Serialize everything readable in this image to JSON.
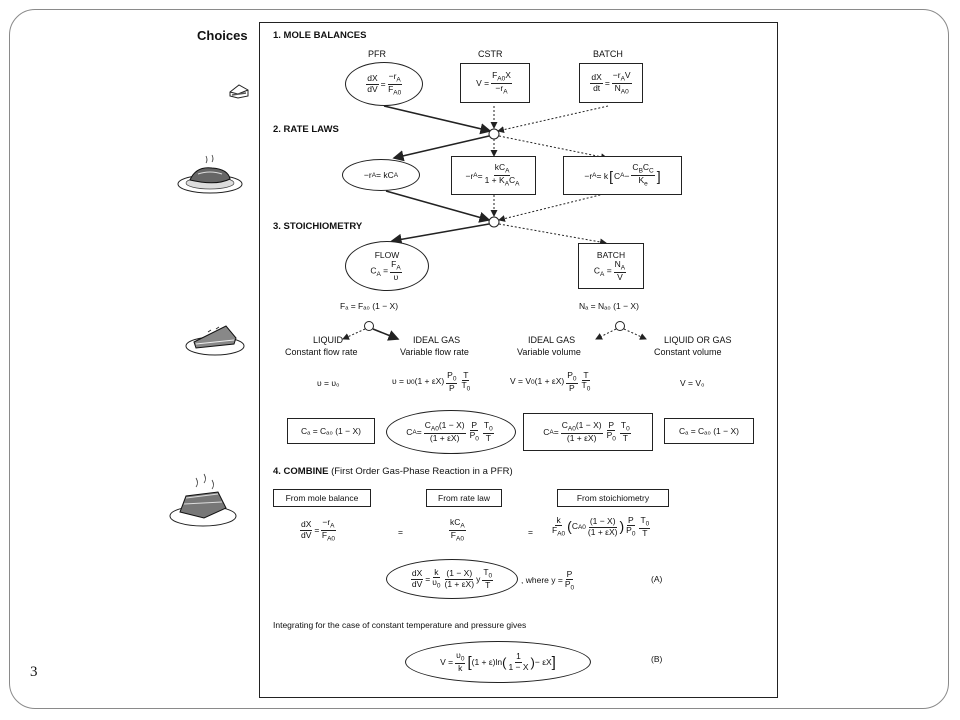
{
  "slide_number": "3",
  "choices_label": "Choices",
  "sections": {
    "mole_balances": "1. MOLE BALANCES",
    "rate_laws": "2. RATE LAWS",
    "stoichiometry": "3. STOICHIOMETRY",
    "combine": "4. COMBINE",
    "combine_note": "(First Order Gas-Phase Reaction in a PFR)"
  },
  "mole_balance_labels": [
    "PFR",
    "CSTR",
    "BATCH"
  ],
  "stoich_labels": {
    "flow": "FLOW",
    "batch": "BATCH",
    "fa_eq": "Fₐ = Fₐ₀ (1 − X)",
    "na_eq": "Nₐ = Nₐ₀ (1 − X)",
    "liquid": "LIQUID",
    "liquid_sub": "Constant flow rate",
    "ideal_gas_flow": "IDEAL GAS",
    "ideal_gas_flow_sub": "Variable flow rate",
    "ideal_gas_batch": "IDEAL GAS",
    "ideal_gas_batch_sub": "Variable volume",
    "liquid_or_gas": "LIQUID OR GAS",
    "liquid_or_gas_sub": "Constant volume",
    "v_v0": "υ = υ₀",
    "V_V0": "V = V₀",
    "ca_liquid": "Cₐ = Cₐ₀ (1 − X)",
    "ca_const_vol": "Cₐ = Cₐ₀ (1 − X)"
  },
  "combine_labels": {
    "from_mole_balance": "From mole balance",
    "from_rate_law": "From rate law",
    "from_stoichiometry": "From stoichiometry",
    "where_y": ", where y =",
    "eq_a": "(A)",
    "eq_b": "(B)",
    "integrating_text": "Integrating for the case of constant temperature and pressure gives"
  },
  "icons": [
    "slice-of-cake-icon",
    "roast-dinner-plate-icon",
    "pie-slice-plate-icon",
    "steaming-pie-plate-icon"
  ]
}
